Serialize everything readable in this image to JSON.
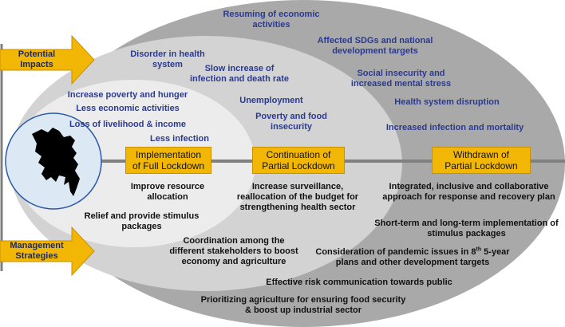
{
  "arrows": {
    "impacts": "Potential\nImpacts",
    "strategies": "Management\nStrategies"
  },
  "phases": {
    "full_lockdown": "Implementation\nof Full Lockdown",
    "partial_continuation": "Continuation of\nPartial Lockdown",
    "partial_withdrawn": "Withdrawn of\nPartial Lockdown"
  },
  "impacts": {
    "full": [
      "Increase poverty and hunger",
      "Less economic activities",
      "Loss of livelihood & income",
      "Less infection"
    ],
    "partial_continuation": [
      "Disorder in health\nsystem",
      "Slow increase of\ninfection and death rate",
      "Unemployment",
      "Poverty and food\ninsecurity"
    ],
    "partial_withdrawn": [
      "Resuming of economic\nactivities",
      "Affected SDGs and national\ndevelopment targets",
      "Social insecurity and\nincreased mental stress",
      "Health system disruption",
      "Increased infection and mortality"
    ]
  },
  "strategies": {
    "full": [
      "Improve resource\nallocation",
      "Relief and provide stimulus\npackages"
    ],
    "partial_continuation": [
      "Increase surveillance,\nreallocation of the budget for\nstrengthening health sector",
      "Coordination among the\ndifferent stakeholders to boost\neconomy and agriculture"
    ],
    "partial_withdrawn": [
      "Integrated, inclusive and collaborative\napproach for response and recovery plan",
      "Short-term and long-term implementation of\nstimulus packages",
      "Effective risk communication towards public",
      "Prioritizing agriculture for ensuring food security\n& boost up industrial sector"
    ],
    "sdg_prefix": "Consideration of pandemic issues in 8",
    "sdg_sup": "th",
    "sdg_suffix": " 5-year\nplans and other development targets"
  },
  "colors": {
    "outer": "#a9a9a9",
    "middle": "#d3d3d3",
    "inner": "#ececec",
    "map_circle": "#dce8f4",
    "arrow": "#f2b705",
    "box": "#f2b705",
    "impact_text": "#2b3a8f"
  },
  "icons": {
    "map": "bangladesh-map-icon"
  }
}
